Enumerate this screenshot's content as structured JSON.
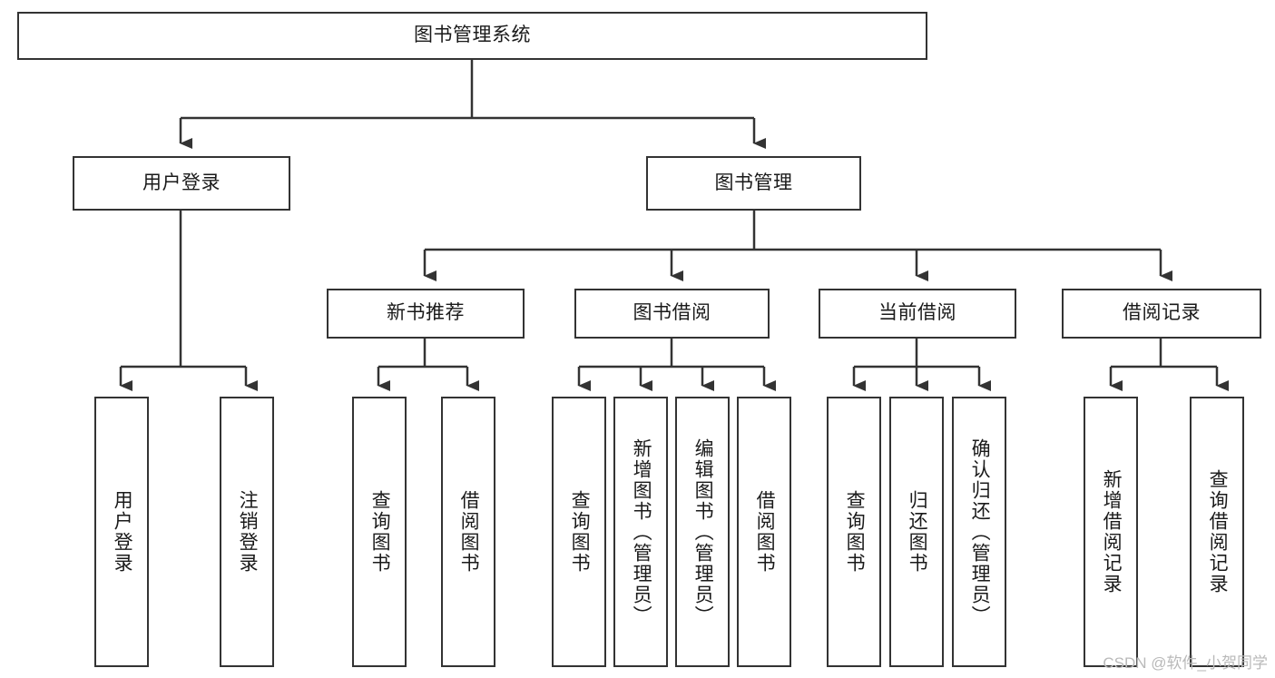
{
  "diagram": {
    "type": "tree-hierarchy",
    "title": "图书管理系统",
    "watermark": "CSDN @软件_小贺同学",
    "style": {
      "box_fill": "#ffffff",
      "box_stroke": "#333333",
      "line_color": "#333333",
      "text_color": "#1a1a1a",
      "watermark_color": "#b9b9b9",
      "background": "#ffffff"
    },
    "levels": 4,
    "nodes": {
      "root": {
        "label": "图书管理系统",
        "orientation": "horizontal"
      },
      "l2": [
        {
          "label": "用户登录",
          "orientation": "horizontal"
        },
        {
          "label": "图书管理",
          "orientation": "horizontal"
        }
      ],
      "l3": [
        {
          "label": "新书推荐",
          "orientation": "horizontal"
        },
        {
          "label": "图书借阅",
          "orientation": "horizontal"
        },
        {
          "label": "当前借阅",
          "orientation": "horizontal"
        },
        {
          "label": "借阅记录",
          "orientation": "horizontal"
        }
      ],
      "leaves_user_login": [
        {
          "label": "用户登录",
          "orientation": "vertical"
        },
        {
          "label": "注销登录",
          "orientation": "vertical"
        }
      ],
      "leaves_new_book": [
        {
          "label": "查询图书",
          "orientation": "vertical"
        },
        {
          "label": "借阅图书",
          "orientation": "vertical"
        }
      ],
      "leaves_borrow": [
        {
          "label": "查询图书",
          "orientation": "vertical"
        },
        {
          "label": "新增图书（管理员）",
          "orientation": "vertical"
        },
        {
          "label": "编辑图书（管理员）",
          "orientation": "vertical"
        },
        {
          "label": "借阅图书",
          "orientation": "vertical"
        }
      ],
      "leaves_current": [
        {
          "label": "查询图书",
          "orientation": "vertical"
        },
        {
          "label": "归还图书",
          "orientation": "vertical"
        },
        {
          "label": "确认归还（管理员）",
          "orientation": "vertical"
        }
      ],
      "leaves_records": [
        {
          "label": "新增借阅记录",
          "orientation": "vertical"
        },
        {
          "label": "查询借阅记录",
          "orientation": "vertical"
        }
      ]
    }
  }
}
